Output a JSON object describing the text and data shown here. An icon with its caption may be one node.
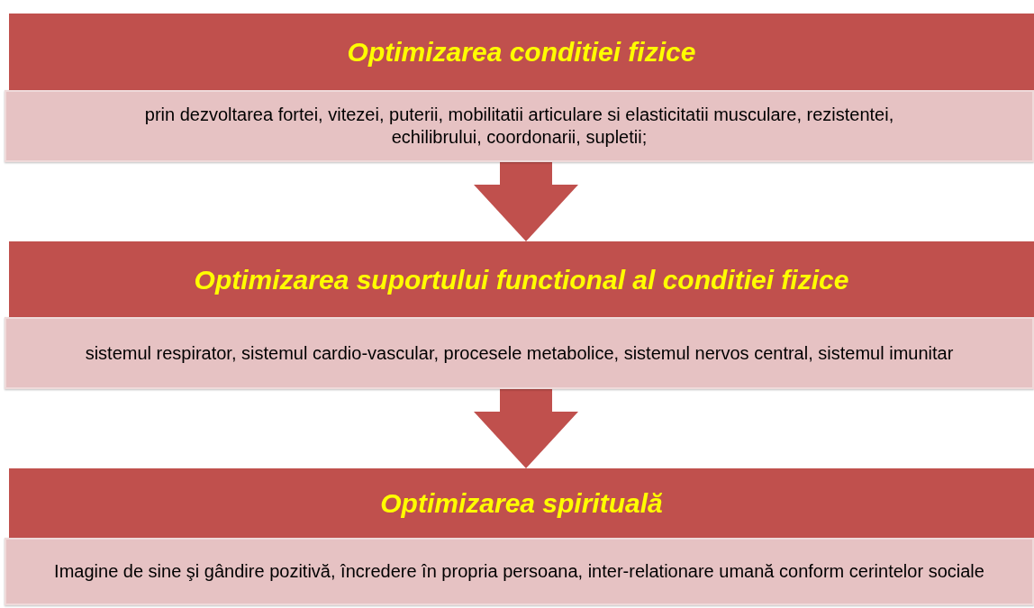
{
  "diagram": {
    "nodes": [
      {
        "text": [
          "Optimizarea conditiei fizice"
        ]
      },
      {
        "text": [
          "prin dezvoltarea fortei, vitezei, puterii, mobilitatii articulare si elasticitatii musculare, rezistentei, echilibrului, coordonarii, supletii;"
        ]
      },
      {
        "text": [
          "Optimizarea suportului functional al conditiei fizice"
        ]
      },
      {
        "text": [
          "sistemul respirator, sistemul cardio-vascular, procesele metabolice, sistemul nervos central, sistemul imunitar"
        ]
      },
      {
        "text": [
          "Optimizarea spirituală"
        ]
      },
      {
        "text": [
          "Imagine de sine şi gândire pozitivă, încredere în propria persoana, inter-relationare umană conform cerintelor sociale"
        ]
      }
    ],
    "edges": [
      {
        "from": 1,
        "to": 2,
        "arrow": "to"
      },
      {
        "from": 3,
        "to": 4,
        "arrow": "to"
      }
    ]
  }
}
